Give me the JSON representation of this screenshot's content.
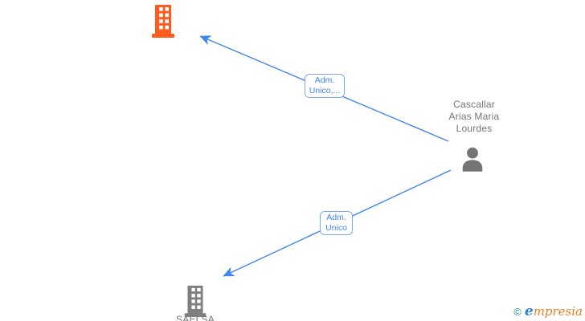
{
  "diagram": {
    "type": "corporate-relationship-graph",
    "colors": {
      "edge": "#4285f4",
      "edge_label_text": "#4285f4",
      "edge_label_border": "#7aa7f3",
      "company_top": "#ff5a1f",
      "company_bottom": "#7f7f7f",
      "person": "#757575",
      "node_label_text": "#757575",
      "brand_copyright": "#168a8a",
      "brand_e": "#2f7ed8",
      "brand_rest": "#ee7d23"
    },
    "nodes": {
      "company_top": {
        "type": "company"
      },
      "person": {
        "type": "person",
        "name": "Cascallar Arias Maria Lourdes",
        "name_lines": [
          "Cascallar",
          "Arias Maria",
          "Lourdes"
        ]
      },
      "company_bottom": {
        "type": "company",
        "name": "SAELSA"
      }
    },
    "edges": [
      {
        "from": "person",
        "to": "company_top",
        "label": "Adm. Unico,...",
        "label_lines": [
          "Adm.",
          "Unico,..."
        ]
      },
      {
        "from": "person",
        "to": "company_bottom",
        "label": "Adm. Unico",
        "label_lines": [
          "Adm.",
          "Unico"
        ]
      }
    ]
  },
  "footer": {
    "copyright_symbol": "©",
    "brand_e": "e",
    "brand_rest": "mpresia"
  }
}
